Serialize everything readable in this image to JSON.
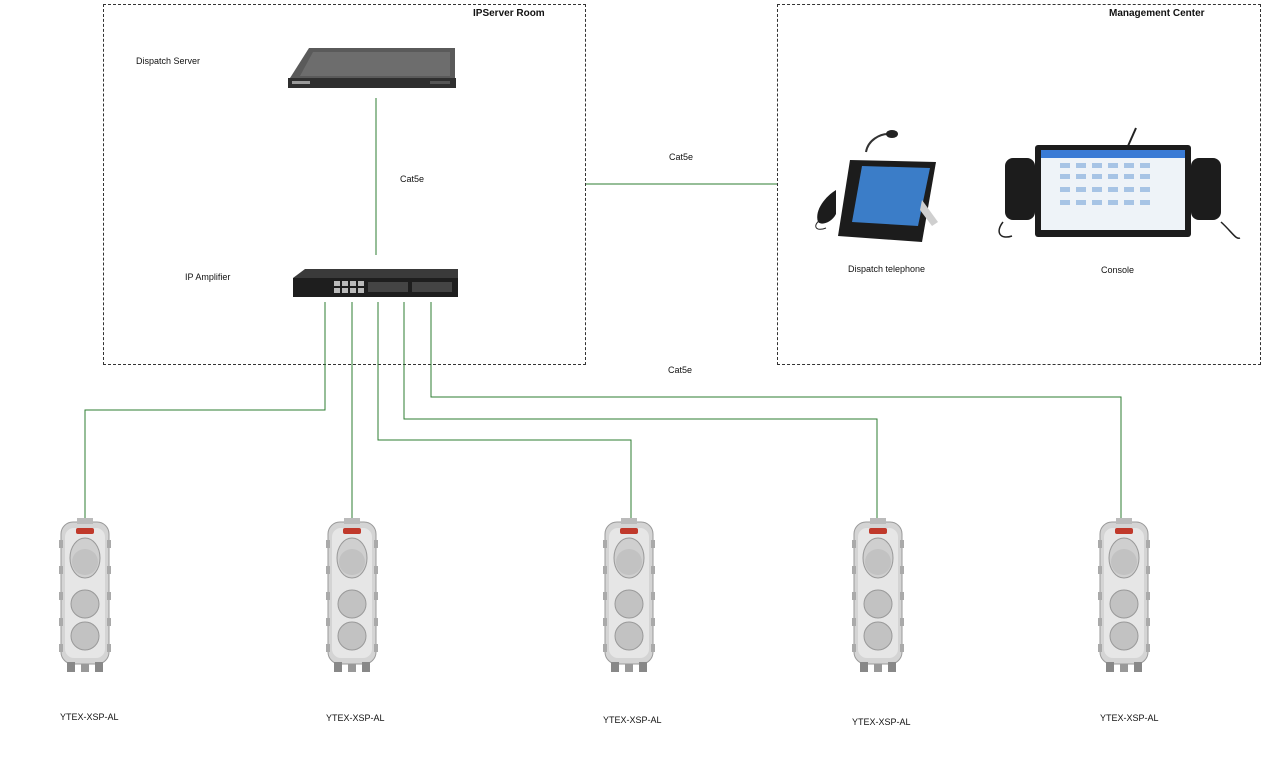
{
  "zones": {
    "server_room": {
      "title": "IPServer Room"
    },
    "management_center": {
      "title": "Management Center"
    }
  },
  "devices": {
    "dispatch_server": {
      "label": "Dispatch Server"
    },
    "ip_amplifier": {
      "label": "IP Amplifier"
    },
    "dispatch_telephone": {
      "label": "Dispatch telephone"
    },
    "console": {
      "label": "Console"
    }
  },
  "cables": {
    "server_to_amplifier": "Cat5e",
    "room_to_management": "Cat5e",
    "amplifier_to_speakers": "Cat5e"
  },
  "speakers": [
    {
      "label": "YTEX-XSP-AL"
    },
    {
      "label": "YTEX-XSP-AL"
    },
    {
      "label": "YTEX-XSP-AL"
    },
    {
      "label": "YTEX-XSP-AL"
    },
    {
      "label": "YTEX-XSP-AL"
    }
  ],
  "colors": {
    "cable": "#2e7d32",
    "zone_border": "#333333",
    "device_dark": "#2b2b2b",
    "speaker_body": "#d9d9d9"
  }
}
